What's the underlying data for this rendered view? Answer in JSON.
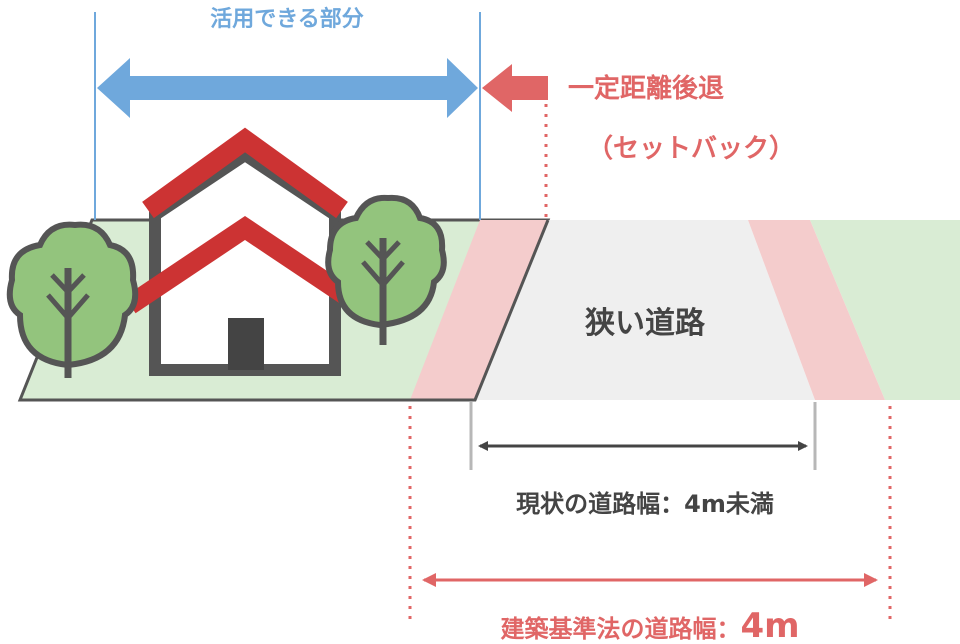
{
  "labels": {
    "usable_part": "活用できる部分",
    "setback_line1": "一定距離後退",
    "setback_line2": "（セットバック）",
    "narrow_road": "狭い道路",
    "current_width": "現状の道路幅：4m未満",
    "legal_width_prefix": "建築基準法の道路幅：",
    "legal_width_value": "4m"
  },
  "colors": {
    "blue": "#6fa8dc",
    "red_text": "#e06666",
    "red_roof": "#cc3333",
    "ground_green": "#d9ecd4",
    "setback_pink": "#f4cccc",
    "road_gray": "#efefef",
    "tree_green": "#93c47d",
    "outline": "#555555",
    "text_dark": "#444444"
  }
}
